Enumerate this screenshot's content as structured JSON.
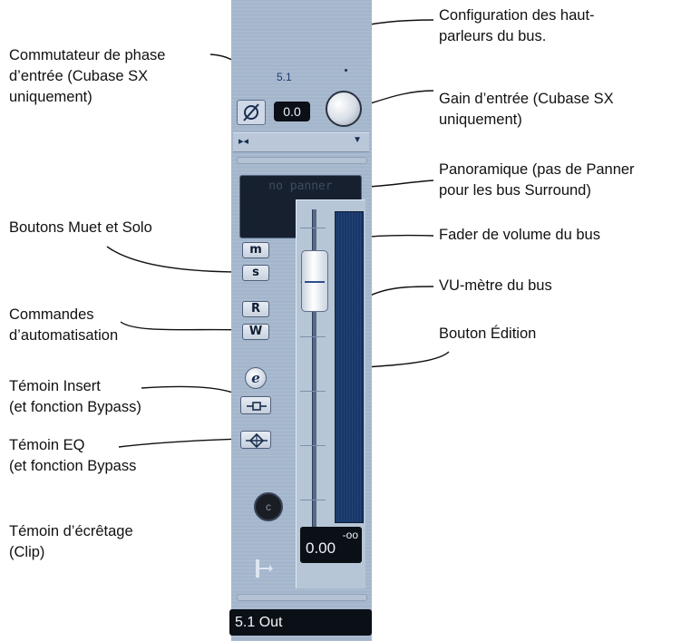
{
  "labels": {
    "speaker_config": [
      "Configuration des haut-",
      "parleurs du bus."
    ],
    "phase_switch": [
      "Commutateur de phase",
      "d’entrée (Cubase SX",
      "uniquement)"
    ],
    "input_gain": [
      "Gain d’entrée (Cubase SX",
      "uniquement)"
    ],
    "panner": [
      "Panoramique (pas de Panner",
      "pour les bus Surround)"
    ],
    "mute_solo": [
      "Boutons Muet et Solo"
    ],
    "fader": [
      "Fader de volume du bus"
    ],
    "vu_meter": [
      "VU-mètre du bus"
    ],
    "automation": [
      "Commandes",
      "d’automatisation"
    ],
    "edit_button": [
      "Bouton Édition"
    ],
    "insert": [
      "Témoin Insert",
      "(et fonction Bypass)"
    ],
    "eq": [
      "Témoin EQ",
      "(et fonction Bypass"
    ],
    "clip": [
      "Témoin d’écrêtage",
      "(Clip)"
    ]
  },
  "strip": {
    "bus_config": "5.1",
    "gain_value": "0.0",
    "route_icon": "▸◂",
    "dropdown_icon": "▼",
    "panner_text": "no panner",
    "mute": "m",
    "solo": "s",
    "read": "R",
    "write": "W",
    "edit": "e",
    "clip": "c",
    "volume_value": "0.00",
    "peak_value": "-oo",
    "output_name": "5.1 Out"
  },
  "icons": {
    "phase": "phase-invert-icon",
    "insert": "insert-icon",
    "eq": "eq-icon",
    "send": "send-routing-icon"
  }
}
